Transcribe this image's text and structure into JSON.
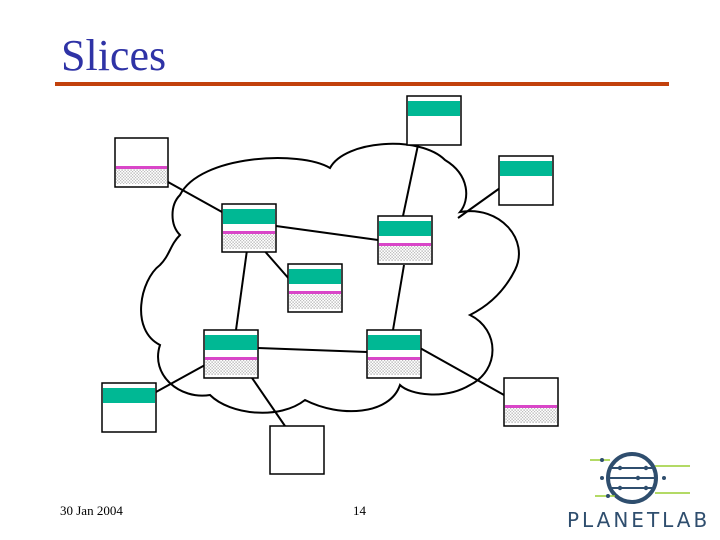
{
  "title": "Slices",
  "footer": {
    "date": "30 Jan 2004",
    "page_number": "14"
  },
  "logo": {
    "text": "PLANETLAB"
  },
  "colors": {
    "title": "#2f33a6",
    "title_rule": "#c2410c",
    "node_header": "#00b894",
    "slice_stripe": "#d946c8",
    "logo_text": "#2f4e6e"
  }
}
